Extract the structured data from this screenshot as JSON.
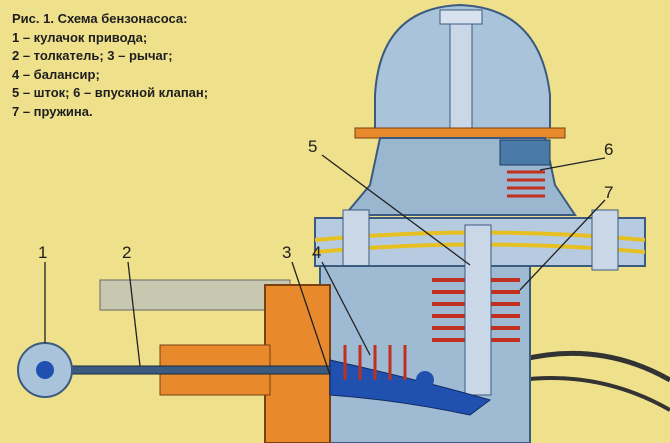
{
  "caption": {
    "title": "Рис. 1. Схема бензонасоса:",
    "lines": [
      "1 – кулачок привода;",
      "2 – толкатель; 3 – рычаг;",
      "4 – балансир;",
      "5 – шток; 6 – впускной клапан;",
      "7 – пружина."
    ]
  },
  "callouts": [
    "1",
    "2",
    "3",
    "4",
    "5",
    "6",
    "7"
  ],
  "colors": {
    "background": "#efe08c",
    "body": "#a9c3da",
    "orange": "#e88a2c",
    "blue": "#2050b0"
  }
}
